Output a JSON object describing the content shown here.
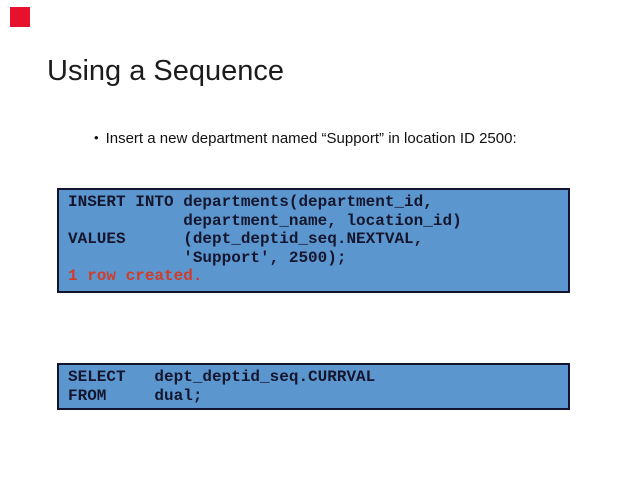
{
  "slide": {
    "title": "Using a Sequence",
    "bullet_glyph": "•",
    "bullet_text": "Insert a new department named “Support” in location ID 2500:"
  },
  "marker": {
    "description": "red-square-marker",
    "color": "#e8112d"
  },
  "code_blocks": [
    {
      "name": "insert-statement-box",
      "sql_lines": [
        "INSERT INTO departments(department_id,",
        "            department_name, location_id)",
        "VALUES      (dept_deptid_seq.NEXTVAL,",
        "            'Support', 2500);"
      ],
      "result_line": "1 row created."
    },
    {
      "name": "currval-query-box",
      "sql_lines": [
        "SELECT   dept_deptid_seq.CURRVAL",
        "FROM     dual;"
      ]
    }
  ],
  "colors": {
    "page_background": "#ffffff",
    "code_background": "#5b97ce",
    "code_border": "#14142e",
    "sql_text": "#15152e",
    "result_text": "#d13c2a",
    "title_text": "#1c1c1c",
    "marker_red": "#e8112d"
  }
}
